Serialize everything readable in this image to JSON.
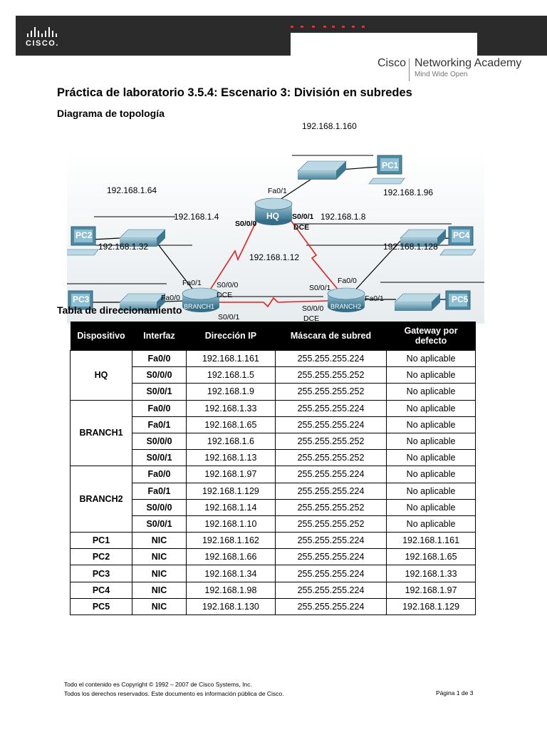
{
  "header": {
    "cisco_logo_word": "CISCO.",
    "academy_brand": "Cisco",
    "academy_name": "Networking Academy",
    "academy_tagline": "Mind Wide Open"
  },
  "document": {
    "title": "Práctica de laboratorio 3.5.4: Escenario 3: División en subredes",
    "topology_heading": "Diagrama de topología",
    "table_heading": "Tabla de direccionamiento"
  },
  "topology": {
    "net_top": "192.168.1.160",
    "net_hq_lan_left": "192.168.1.64",
    "net_pc1": "192.168.1.96",
    "net_hq_b1": "192.168.1.4",
    "net_hq_b2": "192.168.1.8",
    "net_pc2": "192.168.1.32",
    "net_pc4": "192.168.1.128",
    "net_b1_b2": "192.168.1.12",
    "hq_name": "HQ",
    "branch1_name": "BRANCH1",
    "branch2_name": "BRANCH2",
    "pc1": "PC1",
    "pc2": "PC2",
    "pc3": "PC3",
    "pc4": "PC4",
    "pc5": "PC5",
    "hq_fa01": "Fa0/1",
    "hq_s000": "S0/0/0",
    "hq_s001": "S0/0/1",
    "hq_dce": "DCE",
    "b1_fa01": "Fa0/1",
    "b1_fa00": "Fa0/0",
    "b1_s000": "S0/0/0",
    "b1_dce": "DCE",
    "b1_s001": "S0/0/1",
    "b2_fa00": "Fa0/0",
    "b2_s001": "S0/0/1",
    "b2_fa01": "Fa0/1",
    "b2_s000": "S0/0/0",
    "b2_dce": "DCE"
  },
  "table": {
    "headers": [
      "Dispositivo",
      "Interfaz",
      "Dirección IP",
      "Máscara de subred",
      "Gateway por defecto"
    ],
    "groups": [
      {
        "device": "HQ",
        "rows": [
          {
            "iface": "Fa0/0",
            "ip": "192.168.1.161",
            "mask": "255.255.255.224",
            "gw": "No aplicable"
          },
          {
            "iface": "S0/0/0",
            "ip": "192.168.1.5",
            "mask": "255.255.255.252",
            "gw": "No aplicable"
          },
          {
            "iface": "S0/0/1",
            "ip": "192.168.1.9",
            "mask": "255.255.255.252",
            "gw": "No aplicable"
          }
        ]
      },
      {
        "device": "BRANCH1",
        "rows": [
          {
            "iface": "Fa0/0",
            "ip": "192.168.1.33",
            "mask": "255.255.255.224",
            "gw": "No aplicable"
          },
          {
            "iface": "Fa0/1",
            "ip": "192.168.1.65",
            "mask": "255.255.255.224",
            "gw": "No aplicable"
          },
          {
            "iface": "S0/0/0",
            "ip": "192.168.1.6",
            "mask": "255.255.255.252",
            "gw": "No aplicable"
          },
          {
            "iface": "S0/0/1",
            "ip": "192.168.1.13",
            "mask": "255.255.255.252",
            "gw": "No aplicable"
          }
        ]
      },
      {
        "device": "BRANCH2",
        "rows": [
          {
            "iface": "Fa0/0",
            "ip": "192.168.1.97",
            "mask": "255.255.255.224",
            "gw": "No aplicable"
          },
          {
            "iface": "Fa0/1",
            "ip": "192.168.1.129",
            "mask": "255.255.255.224",
            "gw": "No aplicable"
          },
          {
            "iface": "S0/0/0",
            "ip": "192.168.1.14",
            "mask": "255.255.255.252",
            "gw": "No aplicable"
          },
          {
            "iface": "S0/0/1",
            "ip": "192.168.1.10",
            "mask": "255.255.255.252",
            "gw": "No aplicable"
          }
        ]
      },
      {
        "device": "PC1",
        "rows": [
          {
            "iface": "NIC",
            "ip": "192.168.1.162",
            "mask": "255.255.255.224",
            "gw": "192.168.1.161"
          }
        ]
      },
      {
        "device": "PC2",
        "rows": [
          {
            "iface": "NIC",
            "ip": "192.168.1.66",
            "mask": "255.255.255.224",
            "gw": "192.168.1.65"
          }
        ]
      },
      {
        "device": "PC3",
        "rows": [
          {
            "iface": "NIC",
            "ip": "192.168.1.34",
            "mask": "255.255.255.224",
            "gw": "192.168.1.33"
          }
        ]
      },
      {
        "device": "PC4",
        "rows": [
          {
            "iface": "NIC",
            "ip": "192.168.1.98",
            "mask": "255.255.255.224",
            "gw": "192.168.1.97"
          }
        ]
      },
      {
        "device": "PC5",
        "rows": [
          {
            "iface": "NIC",
            "ip": "192.168.1.130",
            "mask": "255.255.255.224",
            "gw": "192.168.1.129"
          }
        ]
      }
    ]
  },
  "footer": {
    "copyright": "Todo el contenido es Copyright © 1992 – 2007 de Cisco Systems, Inc.",
    "rights": "Todos los derechos reservados. Este documento es información pública de Cisco.",
    "page": "Página 1 de 3"
  }
}
